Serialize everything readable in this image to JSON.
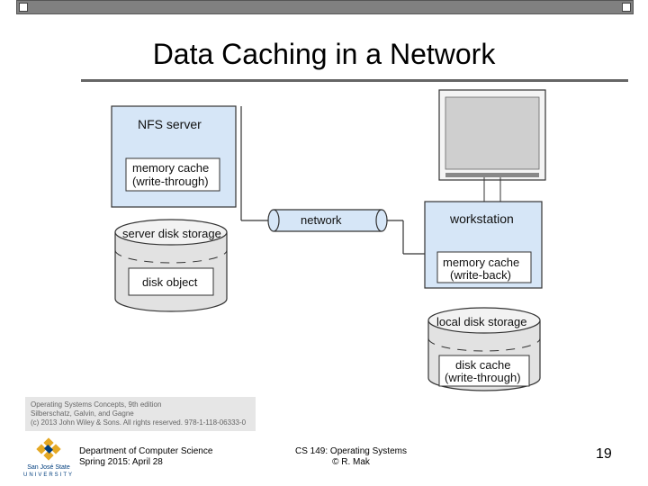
{
  "slide": {
    "title": "Data Caching in a Network",
    "page_number": "19"
  },
  "diagram": {
    "nfs_server": "NFS server",
    "server_memory_cache_line1": "memory cache",
    "server_memory_cache_line2": "(write-through)",
    "server_disk_storage": "server disk storage",
    "disk_object": "disk object",
    "network": "network",
    "workstation": "workstation",
    "ws_memory_cache_line1": "memory cache",
    "ws_memory_cache_line2": "(write-back)",
    "local_disk_storage": "local disk storage",
    "disk_cache_line1": "disk cache",
    "disk_cache_line2": "(write-through)"
  },
  "credit": {
    "line1": "Operating Systems Concepts, 9th edition",
    "line2": "Silberschatz, Galvin, and Gagne",
    "line3": "(c) 2013 John Wiley & Sons. All rights reserved. 978-1-118-06333-0"
  },
  "footer": {
    "dept_line1": "Department of Computer Science",
    "dept_line2": "Spring 2015: April 28",
    "course_line1": "CS 149: Operating Systems",
    "course_line2": "© R. Mak",
    "logo_line1": "San José State",
    "logo_line2": "UNIVERSITY"
  },
  "colors": {
    "box_fill": "#d6e6f7",
    "box_stroke": "#333333",
    "cylinder_fill": "#e2e2e2",
    "cylinder_top": "#f2f2f2",
    "monitor_screen": "#cfcfcf",
    "logo_gold": "#e5a823",
    "logo_blue": "#003e7e"
  }
}
